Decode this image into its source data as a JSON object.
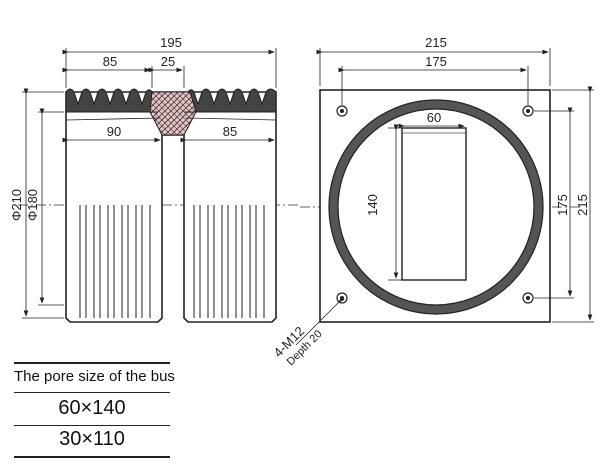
{
  "side_view": {
    "dim_overall": "195",
    "dim_left_top": "85",
    "dim_mid_top": "25",
    "dim_left_inner": "90",
    "dim_right_inner": "85",
    "dim_outer_dia": "Φ210",
    "dim_inner_dia": "Φ180"
  },
  "front_view": {
    "dim_outer_w": "215",
    "dim_hole_w": "175",
    "dim_slot_w": "60",
    "dim_slot_h": "140",
    "dim_hole_h": "175",
    "dim_outer_h": "215",
    "callout_thread": "4-M12",
    "callout_depth": "Depth 20"
  },
  "table": {
    "title": "The pore size of the bus",
    "rows": [
      "60×140",
      "30×110"
    ]
  },
  "colors": {
    "body_fill": "#4a4a4a",
    "line": "#222222",
    "accent_pink": "#e8c4c4"
  }
}
